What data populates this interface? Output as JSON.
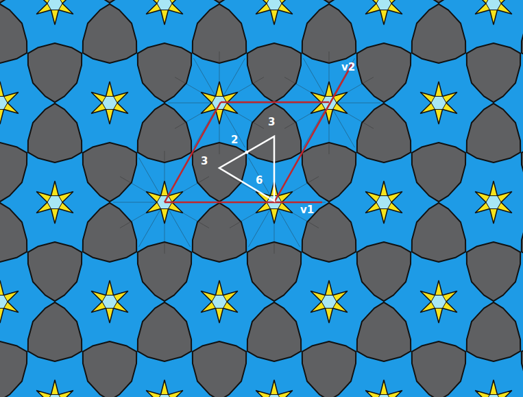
{
  "diagram": {
    "labels": [
      "v2",
      "3",
      "2",
      "3",
      "6",
      "v1"
    ]
  }
}
